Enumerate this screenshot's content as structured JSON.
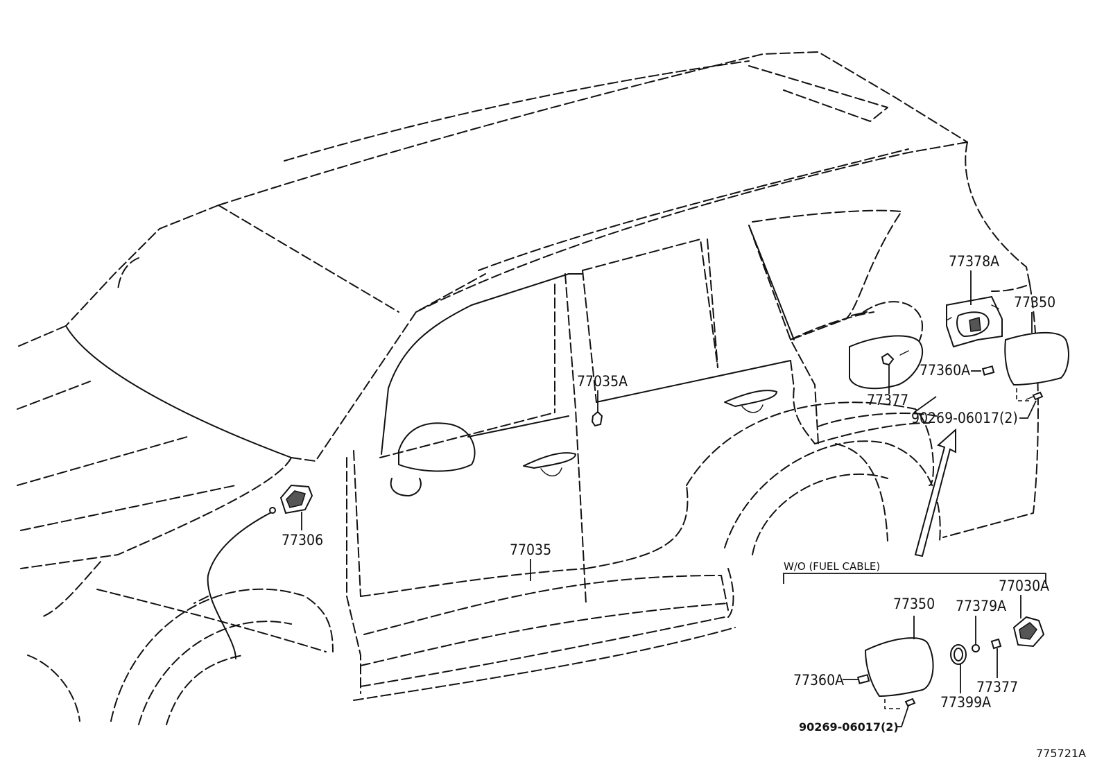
{
  "labels": {
    "p77378A": "77378A",
    "p77350_main": "77350",
    "p77360A_main": "77360A",
    "p77377_main": "77377",
    "p90269_main": "90269-06017(2)",
    "p77035A": "77035A",
    "p77306": "77306",
    "p77035": "77035",
    "wo_fuel_cable": "W/O (FUEL CABLE)",
    "p77030A": "77030A",
    "p77350_inset": "77350",
    "p77379A": "77379A",
    "p77360A_inset": "77360A",
    "p77377_inset": "77377",
    "p77399A": "77399A",
    "p90269_inset": "90269-06017(2)",
    "diagram_id": "775721A"
  }
}
